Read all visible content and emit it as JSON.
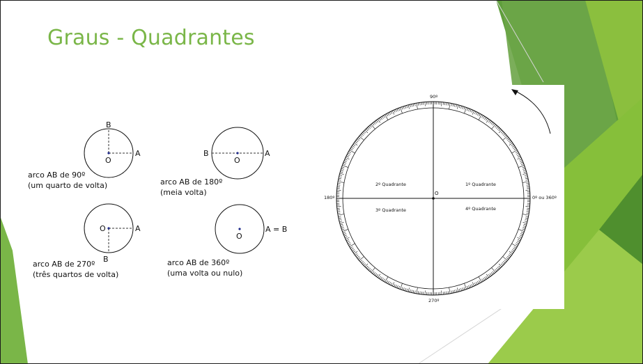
{
  "slide": {
    "title": "Graus - Quadrantes",
    "accent_color": "#7ab648",
    "examples": [
      {
        "point_labels": {
          "b": "B",
          "a": "A",
          "o": "O"
        },
        "caption_line1": "arco AB de 90º",
        "caption_line2": "(um quarto de volta)"
      },
      {
        "point_labels": {
          "b": "B",
          "a": "A",
          "o": "O"
        },
        "caption_line1": "arco AB de 180º",
        "caption_line2": "(meia volta)"
      },
      {
        "point_labels": {
          "b": "B",
          "a": "A",
          "o": "O"
        },
        "caption_line1": "arco AB de 270º",
        "caption_line2": "(três quartos de volta)"
      },
      {
        "point_labels": {
          "ab": "A = B",
          "o": "O"
        },
        "caption_line1": "arco AB de 360º",
        "caption_line2": "(uma volta ou nulo)"
      }
    ],
    "protractor": {
      "label_90": "90º",
      "label_180": "180º",
      "label_270": "270º",
      "label_0": "0º ou 360º",
      "center_label": "O",
      "quadrants": [
        "1º Quadrante",
        "2º Quadrante",
        "3º Quadrante",
        "4º Quadrante"
      ]
    }
  }
}
